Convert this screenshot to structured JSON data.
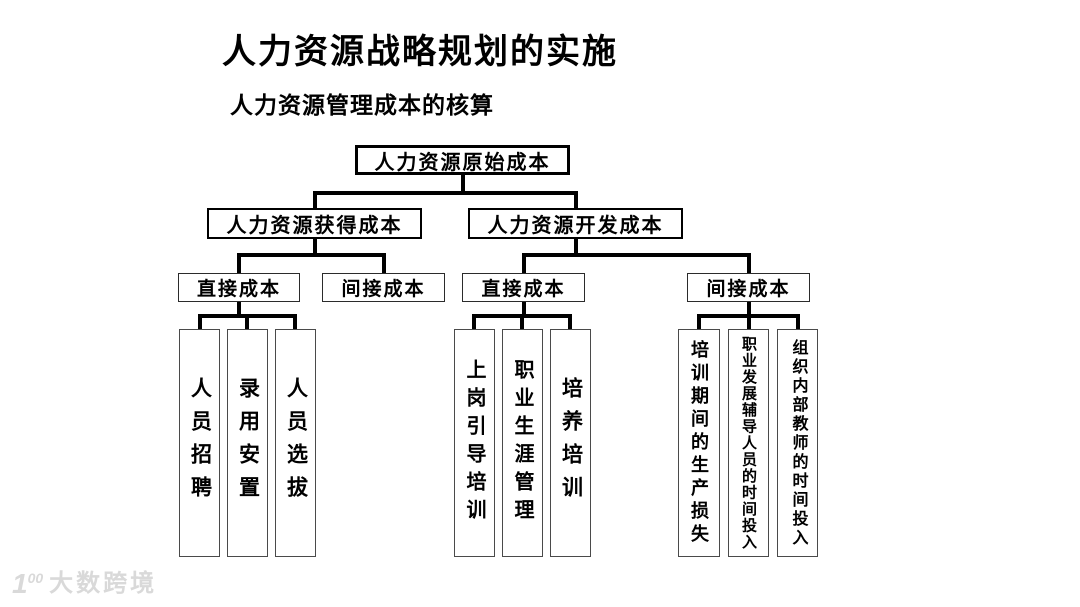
{
  "slide": {
    "title": "人力资源战略规划的实施",
    "subtitle": "人力资源管理成本的核算"
  },
  "tree": {
    "root": {
      "label": "人力资源原始成本"
    },
    "acquisition": {
      "label": "人力资源获得成本",
      "direct": {
        "label": "直接成本",
        "items": [
          "人员招聘",
          "录用安置",
          "人员选拔"
        ]
      },
      "indirect": {
        "label": "间接成本"
      }
    },
    "development": {
      "label": "人力资源开发成本",
      "direct": {
        "label": "直接成本",
        "items": [
          "上岗引导培训",
          "职业生涯管理",
          "培养培训"
        ]
      },
      "indirect": {
        "label": "间接成本",
        "items": [
          "培训期间的生产损失",
          "职业发展辅导人员的时间投入",
          "组织内部教师的时间投入"
        ]
      }
    }
  },
  "watermark": {
    "logo_main": "1",
    "logo_sup": "00",
    "brand": "大数跨境"
  },
  "colors": {
    "line": "#000000",
    "background": "#ffffff",
    "watermark": "#d9d9d9"
  }
}
